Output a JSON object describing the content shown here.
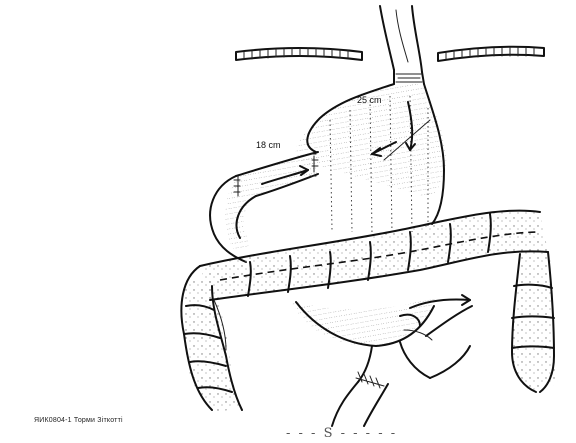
{
  "diagram": {
    "labels": {
      "length_upper": "25 cm",
      "length_limb": "18 cm"
    },
    "credit": "ЯИК0804-1 Торми Зіткотті",
    "caption": "- - - S - - - - -"
  },
  "colors": {
    "ink": "#111111",
    "paper": "#ffffff",
    "shade": "#888888"
  }
}
